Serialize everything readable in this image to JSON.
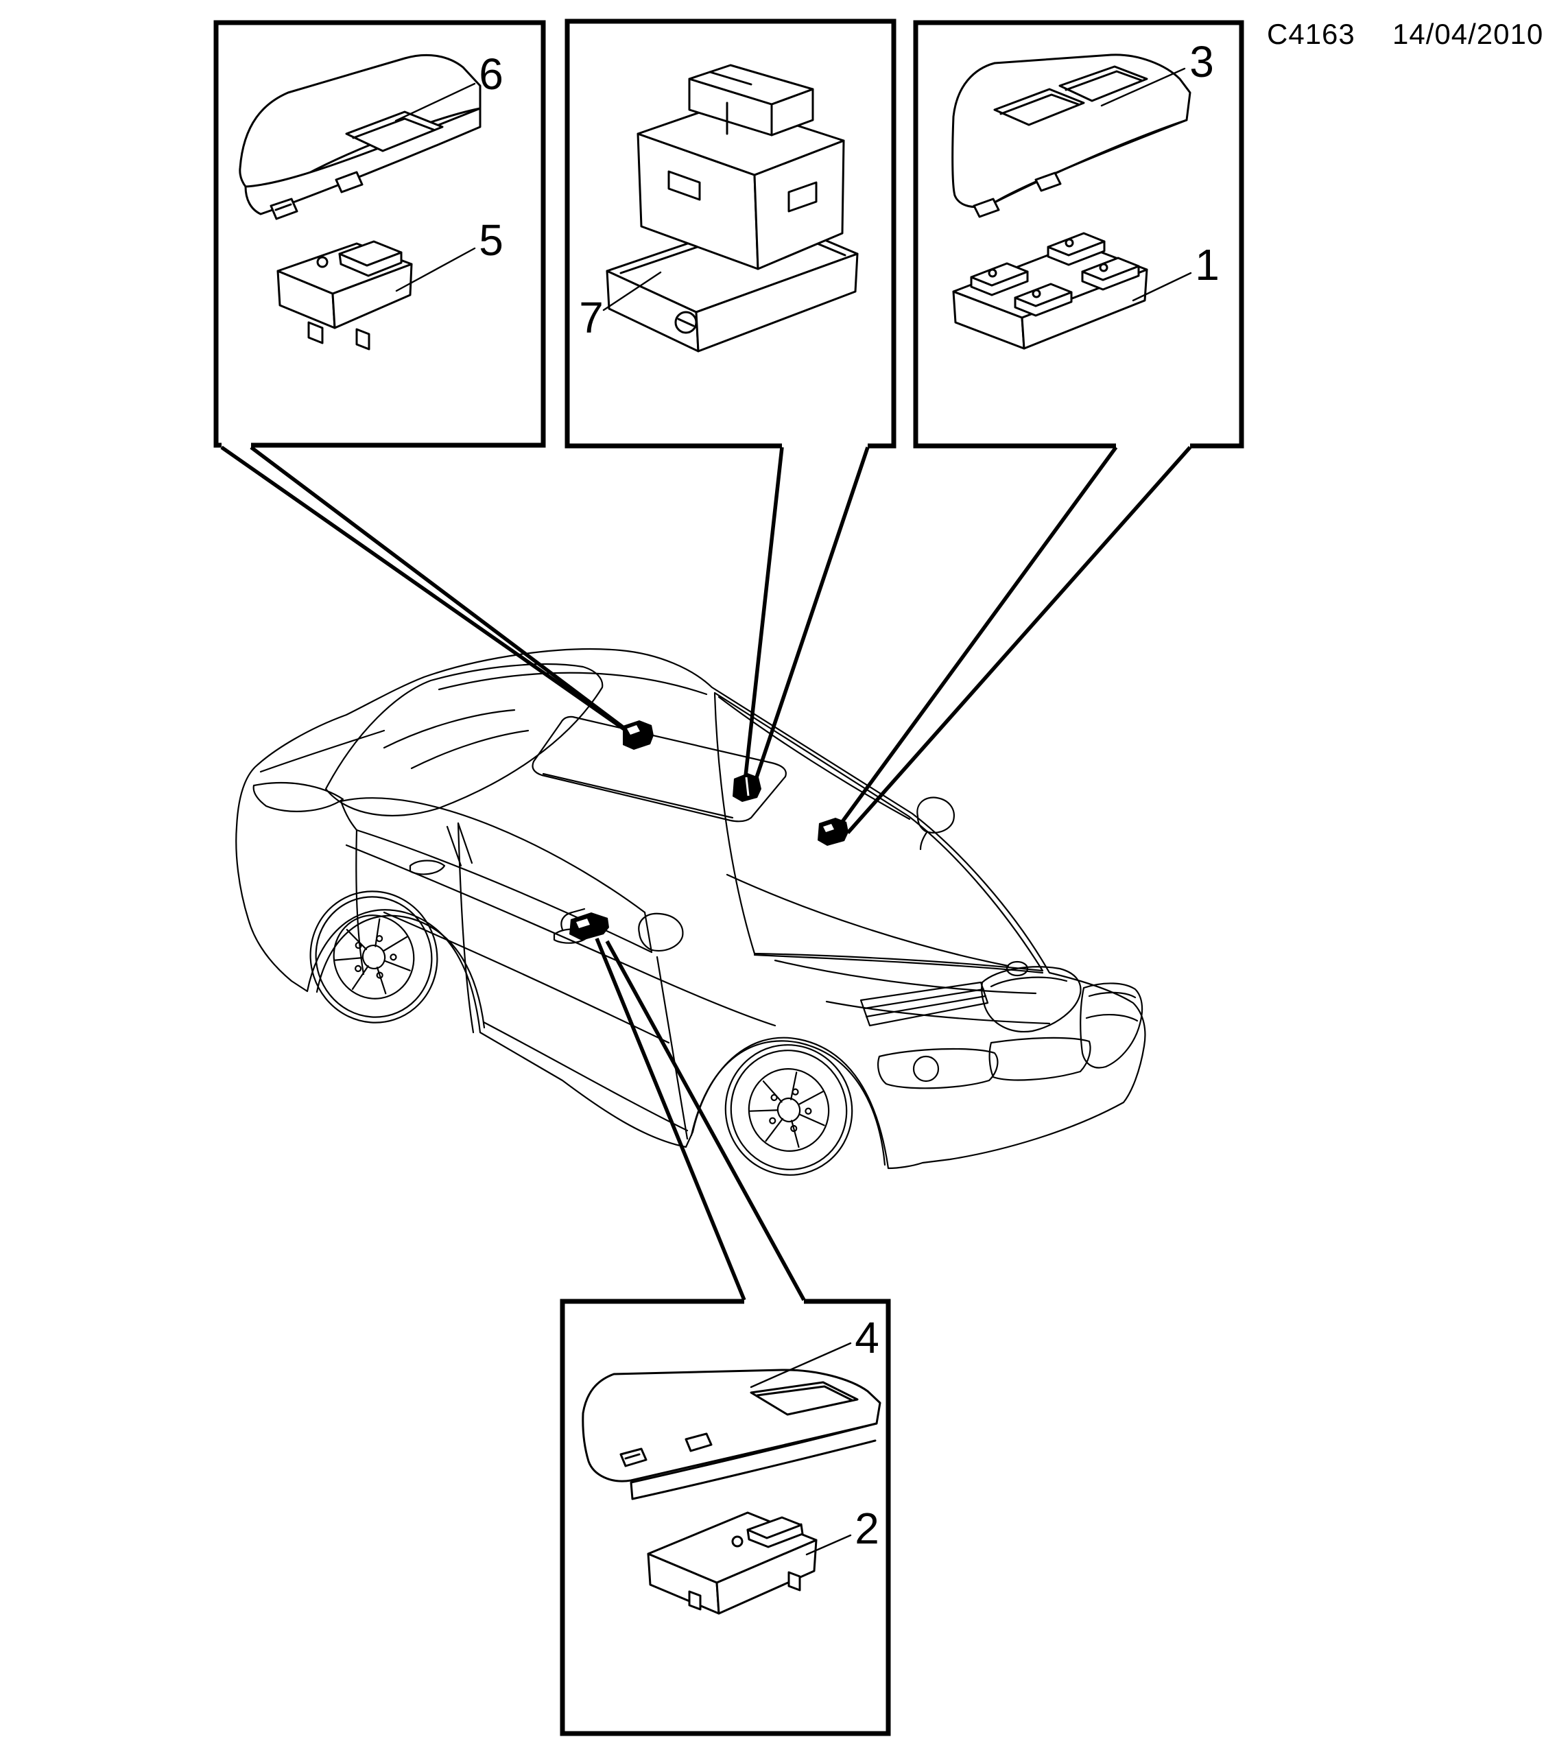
{
  "page": {
    "background": "#ffffff",
    "ink": "#000000"
  },
  "header": {
    "drawing_code": "C4163",
    "date": "14/04/2010"
  },
  "callouts": [
    {
      "label": "6"
    },
    {
      "label": "5"
    },
    {
      "label": "7"
    },
    {
      "label": "3"
    },
    {
      "label": "1"
    },
    {
      "label": "4"
    },
    {
      "label": "2"
    }
  ]
}
